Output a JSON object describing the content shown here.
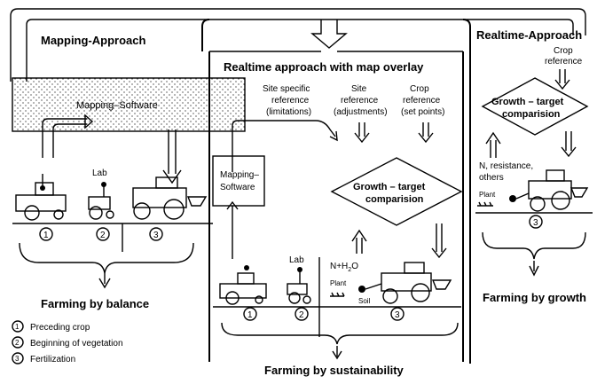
{
  "headings": {
    "mapping": "Mapping-Approach",
    "realtime_overlay": "Realtime approach with map overlay",
    "realtime": "Realtime-Approach"
  },
  "boxes": {
    "mapping_software_left": "Mapping–Software",
    "mapping_software_mid_line1": "Mapping–",
    "mapping_software_mid_line2": "Software"
  },
  "references": {
    "site_specific": [
      "Site specific",
      "reference",
      "(limitations)"
    ],
    "site": [
      "Site",
      "reference",
      "(adjustments)"
    ],
    "crop": [
      "Crop",
      "reference",
      "(set points)"
    ],
    "crop_right": [
      "Crop",
      "reference"
    ]
  },
  "growth_target": [
    "Growth – target",
    "comparision"
  ],
  "labels": {
    "lab": "Lab",
    "plant": "Plant",
    "soil": "Soil",
    "n_h2o": "N+H",
    "n_h2o_sub": "2",
    "n_h2o_end": "O",
    "n_resistance": [
      "N, resistance,",
      "others"
    ]
  },
  "stage_numbers": [
    "1",
    "2",
    "3"
  ],
  "footers": {
    "balance": "Farming by balance",
    "sustainability": "Farming by sustainability",
    "growth": "Farming by growth"
  },
  "legend": [
    {
      "num": "1",
      "text": "Preceding crop"
    },
    {
      "num": "2",
      "text": "Beginning of vegetation"
    },
    {
      "num": "3",
      "text": "Fertilization"
    }
  ]
}
